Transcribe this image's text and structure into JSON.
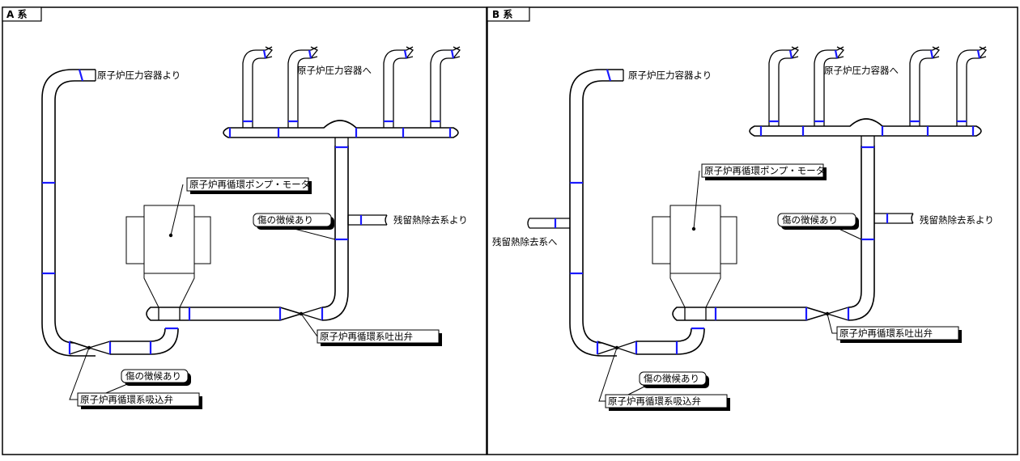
{
  "panels": {
    "a": {
      "title": "A 系",
      "labels": {
        "from_rpv": "原子炉圧力容器より",
        "to_rpv": "原子炉圧力容器へ",
        "pump_motor": "原子炉再循環ポンプ・モータ",
        "scratch_sign_1": "傷の徴候あり",
        "from_rhr": "残留熱除去系より",
        "discharge_valve": "原子炉再循環系吐出弁",
        "scratch_sign_2": "傷の徴候あり",
        "suction_valve": "原子炉再循環系吸込弁"
      }
    },
    "b": {
      "title": "B 系",
      "labels": {
        "from_rpv": "原子炉圧力容器より",
        "to_rpv": "原子炉圧力容器へ",
        "pump_motor": "原子炉再循環ポンプ・モータ",
        "scratch_sign_1": "傷の徴候あり",
        "from_rhr": "残留熱除去系より",
        "to_rhr": "残留熱除去系へ",
        "discharge_valve": "原子炉再循環系吐出弁",
        "scratch_sign_2": "傷の徴候あり",
        "suction_valve": "原子炉再循環系吸込弁"
      }
    }
  },
  "colors": {
    "weld_band": "#1a1aff",
    "line": "#000000",
    "background": "#ffffff"
  }
}
